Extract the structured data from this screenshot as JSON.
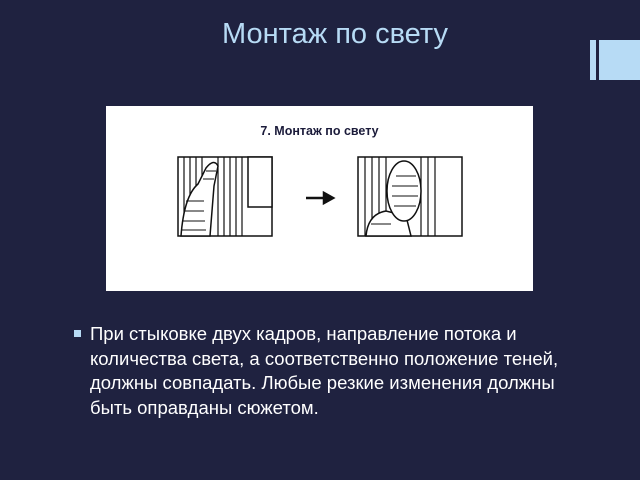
{
  "slide": {
    "title": "Монтаж по свету",
    "accent_color": "#b7dbf5",
    "background_color": "#1f2240"
  },
  "picture": {
    "caption": "7. Монтаж по свету",
    "arrow_icon": "right-arrow"
  },
  "bullets": [
    "При стыковке двух кадров, направление потока и количества света, а соответственно положение теней, должны совпадать. Любые резкие изменения должны быть оправданы сюжетом."
  ]
}
